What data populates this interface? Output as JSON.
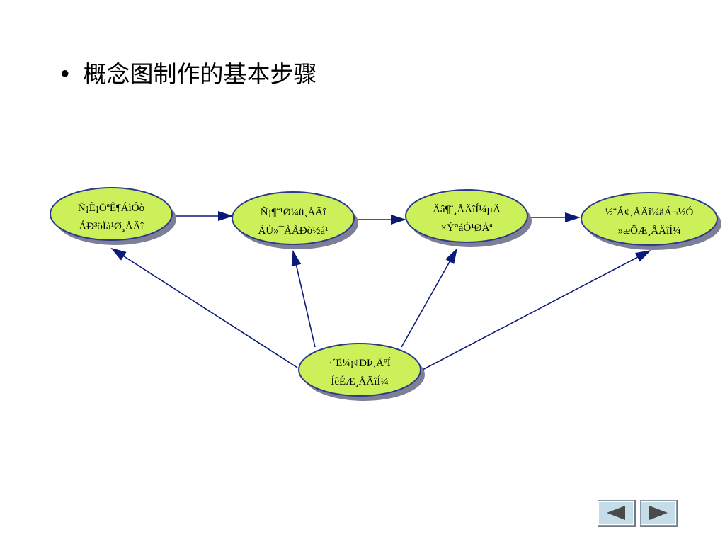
{
  "heading": {
    "bullet": "•",
    "text": "概念图制作的基本步骤"
  },
  "nodes": [
    {
      "id": "n1",
      "line1": "Ñ¡È¡ÖªÊ¶ÁìÓò",
      "line2": "ÁÐ³öÏà¹Ø¸ÅÄî"
    },
    {
      "id": "n2",
      "line1": "Ñ¡¶¨¹Ø¼ü¸ÅÄî",
      "line2": "ÄÚ»¯ÅÅÐò½á¹"
    },
    {
      "id": "n3",
      "line1": "Äâ¶¨¸ÅÄîÍ¼µÄ",
      "line2": "×Ý°áÒ¹ØÁª"
    },
    {
      "id": "n4",
      "line1": "½¨Á¢¸ÅÄî¼äÁ¬½Ó",
      "line2": "»æÖÆ¸ÅÄîÍ¼"
    },
    {
      "id": "n5",
      "line1": "·´Ë¼¡¢ÐÞ¸ÄºÍ",
      "line2": "ÍêÉÆ¸ÅÄîÍ¼"
    }
  ],
  "colors": {
    "node_fill": "#ccf059",
    "node_border": "#2d3a8c",
    "node_shadow": "#7d7f99",
    "arrow": "#0a1a78"
  },
  "navigation": {
    "prev_icon": "triangle-left-icon",
    "next_icon": "triangle-right-icon"
  }
}
